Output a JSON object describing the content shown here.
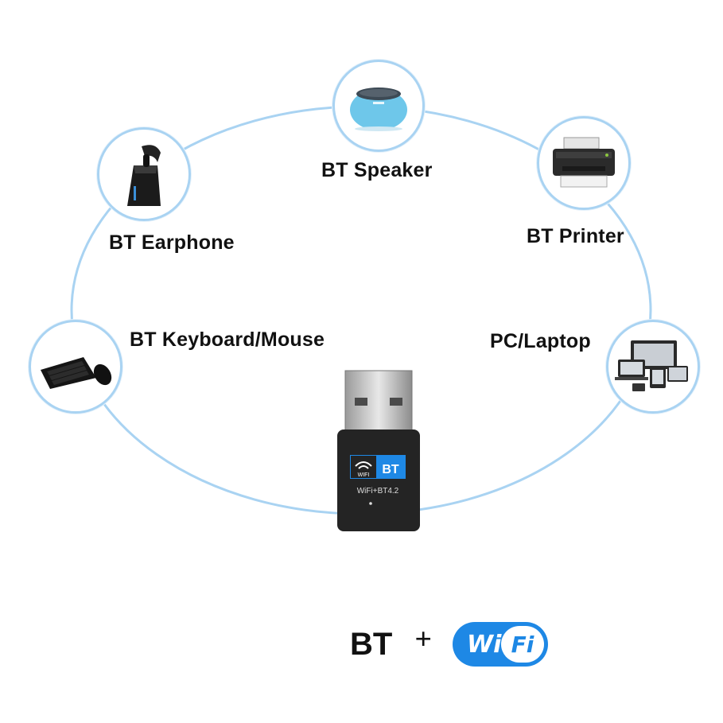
{
  "devices": {
    "speaker": {
      "label": "BT Speaker",
      "icon": "bluetooth-speaker-icon"
    },
    "earphone": {
      "label": "BT Earphone",
      "icon": "bluetooth-earphone-icon"
    },
    "printer": {
      "label": "BT Printer",
      "icon": "printer-icon"
    },
    "keyboard": {
      "label": "BT Keyboard/Mouse",
      "icon": "keyboard-mouse-icon"
    },
    "laptop": {
      "label": "PC/Laptop",
      "icon": "pc-laptop-icon"
    }
  },
  "dongle": {
    "badge_left": "WIFI",
    "badge_right": "BT",
    "model": "WiFi+BT4.2"
  },
  "bottom": {
    "bt": "BT",
    "plus": "+",
    "wifi_left": "Wi",
    "wifi_right": "Fi"
  },
  "colors": {
    "ring": "#a9d3f2",
    "wifi_blue": "#1e88e5"
  }
}
